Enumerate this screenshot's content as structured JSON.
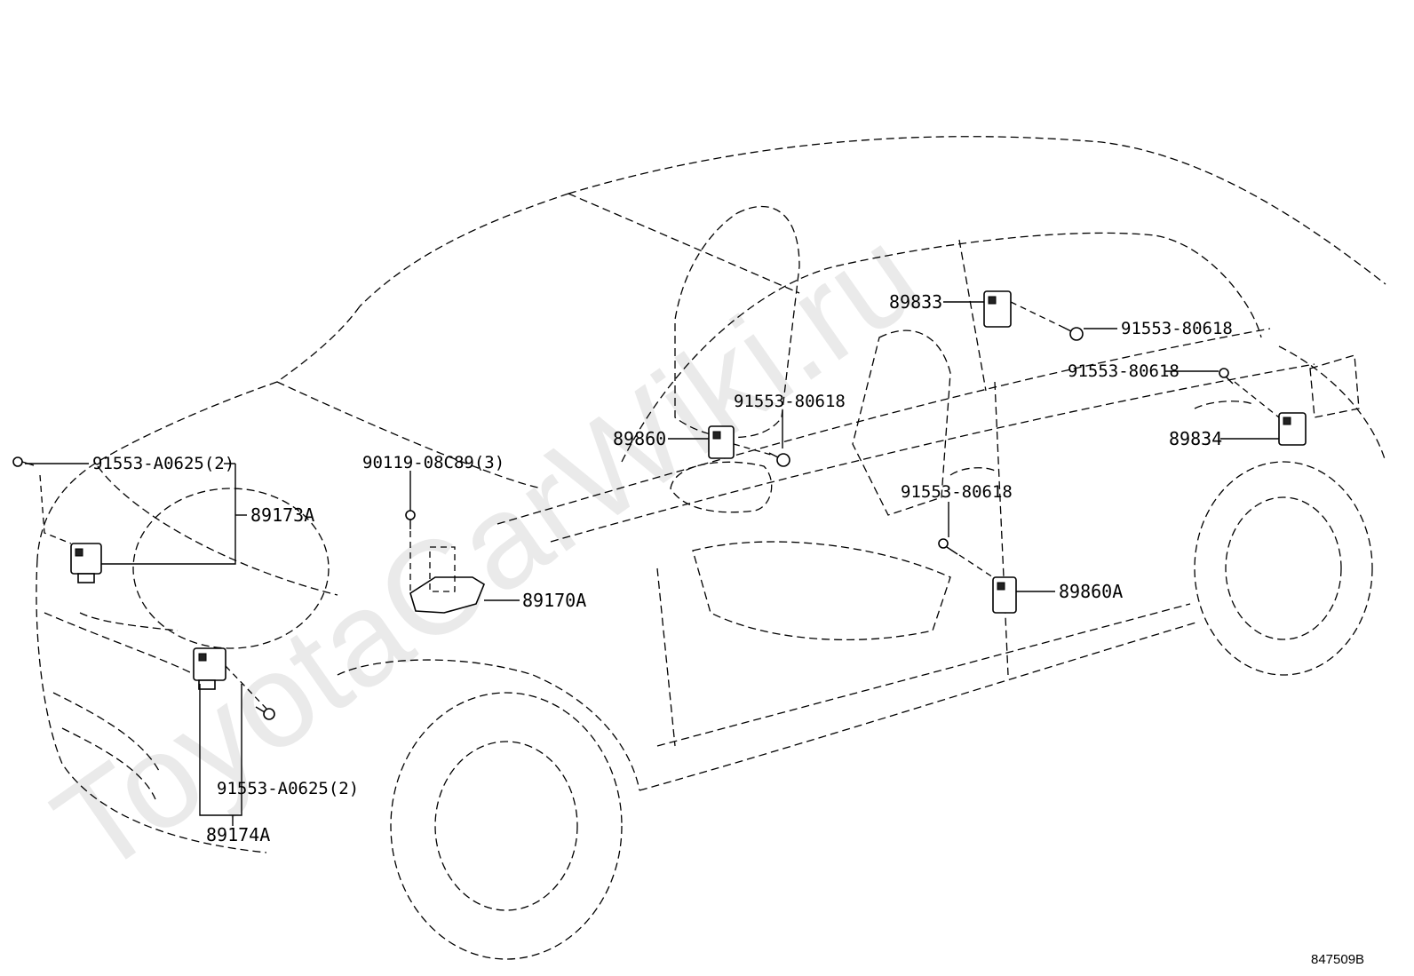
{
  "watermark": "ToyotaCarWiki.ru",
  "diagram_code": "847509B",
  "parts": {
    "p89833": "89833",
    "p89860": "89860",
    "p89834": "89834",
    "p89860A": "89860A",
    "p89170A": "89170A",
    "p89173A": "89173A",
    "p89174A": "89174A",
    "bolt_80618_a": "91553-80618",
    "bolt_80618_b": "91553-80618",
    "bolt_80618_c": "91553-80618",
    "bolt_80618_d": "91553-80618",
    "bolt_a0625_top": "91553-A0625(2)",
    "bolt_a0625_bottom": "91553-A0625(2)",
    "screw_08c89": "90119-08C89(3)"
  }
}
